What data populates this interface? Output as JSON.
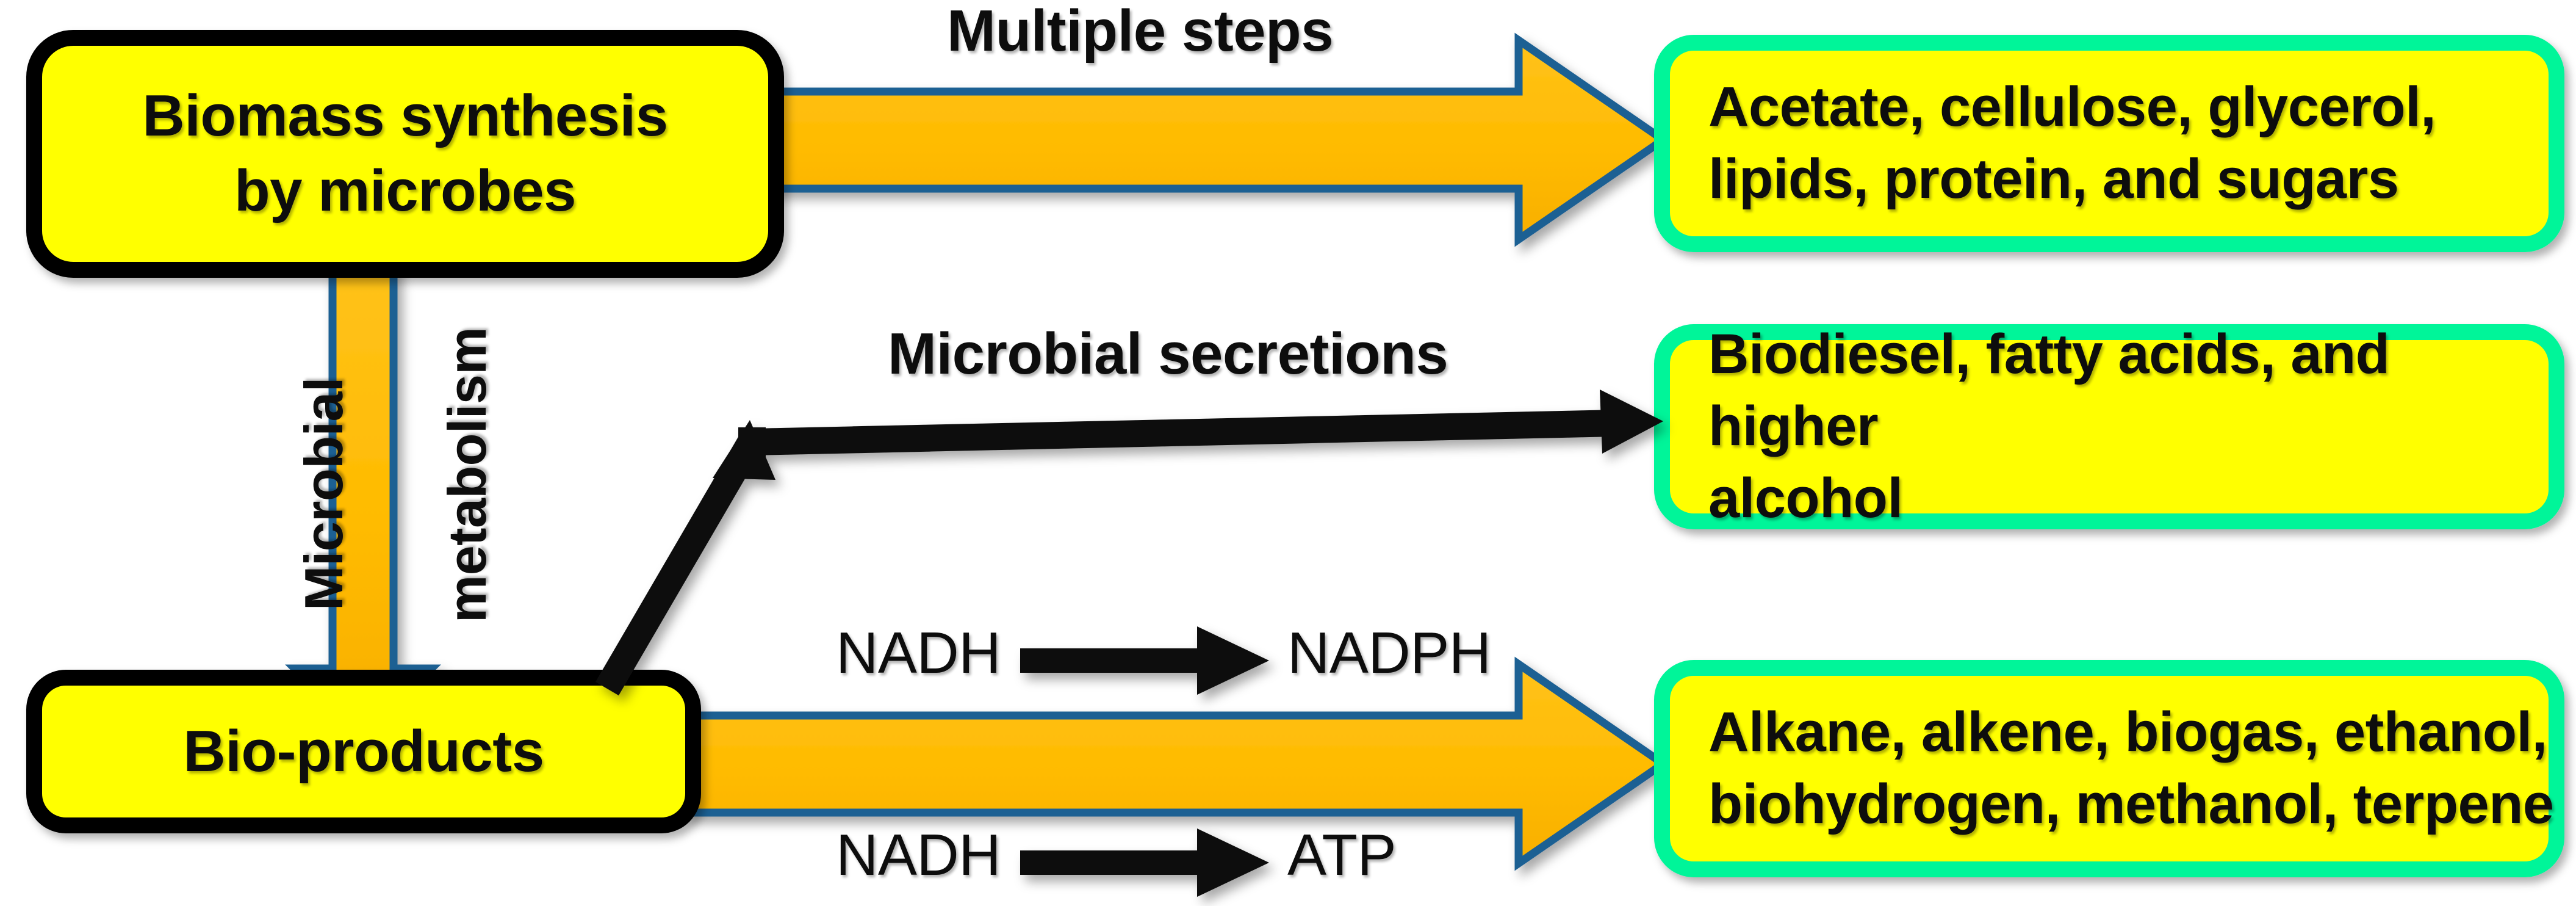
{
  "diagram": {
    "title": "Microbial biomass and bio-product conversion pathways",
    "background_color": "#ffffff",
    "palette": {
      "node_fill": "#FFFF00",
      "source_node_border": "#000000",
      "product_node_border": "#00F599",
      "block_arrow_fill": "#FFBF00",
      "block_arrow_stroke": "#1F6093",
      "line_arrow_color": "#0D0D0D",
      "text_color": "#0D0D0D"
    },
    "nodes": [
      {
        "id": "biomass-synthesis",
        "label": "Biomass synthesis\nby microbes",
        "border_style": "black",
        "fill": "#FFFF00"
      },
      {
        "id": "bio-products",
        "label": "Bio-products",
        "border_style": "black",
        "fill": "#FFFF00"
      },
      {
        "id": "biomass-outputs",
        "label": "Acetate, cellulose, glycerol,\nlipids, protein, and sugars",
        "border_style": "green",
        "fill": "#FFFF00"
      },
      {
        "id": "secretion-outputs",
        "label": "Biodiesel, fatty acids, and higher\nalcohol",
        "border_style": "green",
        "fill": "#FFFF00"
      },
      {
        "id": "bioproduct-outputs",
        "label": "Alkane, alkene, biogas, ethanol,\nbiohydrogen, methanol, terpene",
        "border_style": "green",
        "fill": "#FFFF00"
      }
    ],
    "edges": [
      {
        "id": "multiple-steps",
        "label": "Multiple steps",
        "from": "biomass-synthesis",
        "to": "biomass-outputs",
        "style": "block-arrow"
      },
      {
        "id": "microbial-metabolism",
        "label_part_1": "Microbial",
        "label_part_2": "metabolism",
        "from": "biomass-synthesis",
        "to": "bio-products",
        "style": "block-arrow-down"
      },
      {
        "id": "microbial-secretions",
        "label": "Microbial secretions",
        "from": "bio-products",
        "to": "secretion-outputs",
        "style": "elbow-line-arrow"
      },
      {
        "id": "bioproduct-conversion",
        "label": "",
        "from": "bio-products",
        "to": "bioproduct-outputs",
        "style": "block-arrow"
      }
    ],
    "reactions": [
      {
        "id": "nadh-to-nadph",
        "reactant": "NADH",
        "product": "NADPH"
      },
      {
        "id": "nadh-to-atp",
        "reactant": "NADH",
        "product": "ATP"
      }
    ]
  }
}
